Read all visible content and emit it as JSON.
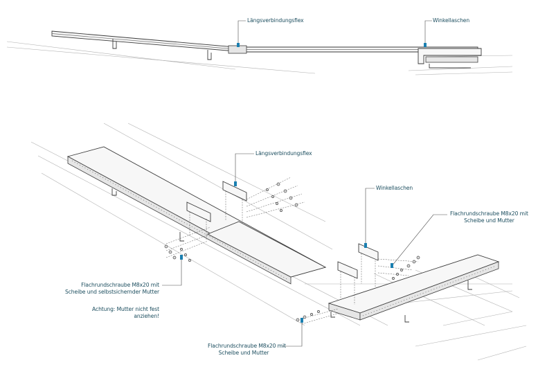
{
  "labels": {
    "top_laengsverbindung": "Längsverbindungsflex",
    "top_winkellaschen": "Winkellaschen",
    "main_laengsverbindung": "Längsverbindungsflex",
    "main_winkellaschen": "Winkellaschen",
    "schraube_right_line1": "Flachrundschraube M8x20 mit",
    "schraube_right_line2": "Scheibe und Mutter",
    "schraube_left_line1": "Flachrundschraube M8x20 mit",
    "schraube_left_line2": "Scheibe und selbstsichernder Mutter",
    "achtung_line1": "Achtung: Mutter nicht fest",
    "achtung_line2": "anziehen!",
    "schraube_bottom_line1": "Flachrundschraube M8x20 mit",
    "schraube_bottom_line2": "Scheibe und Mutter"
  },
  "colors": {
    "label_text": "#1b4d5e",
    "marker": "#1a7fb0",
    "line": "#3a3a3a"
  }
}
